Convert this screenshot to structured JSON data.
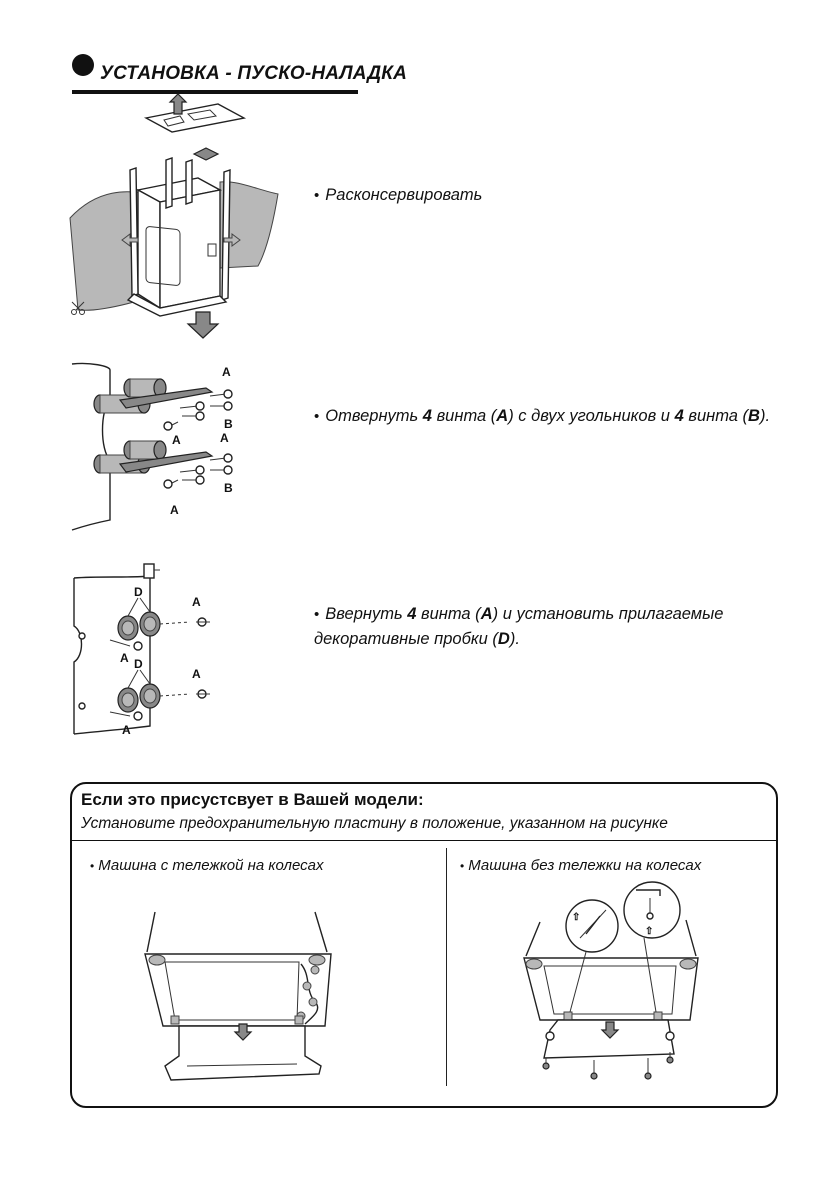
{
  "header": {
    "title": "УСТАНОВКА - ПУСКО-НАЛАДКА"
  },
  "steps": [
    {
      "bullet": "•",
      "text": "Расконсервировать"
    },
    {
      "bullet": "•",
      "parts": [
        "Отвернуть ",
        "4",
        " винта (",
        "A",
        ") с двух угольников и ",
        "4",
        " винта (",
        "B",
        ")."
      ]
    },
    {
      "bullet": "•",
      "line1_parts": [
        "Ввернуть ",
        "4",
        " винта (",
        "A",
        ") и установить  прилагаемые"
      ],
      "line2_parts": [
        "декоративные пробки (",
        "D",
        ")."
      ]
    }
  ],
  "figure_labels": {
    "brackets": [
      "A",
      "B",
      "A",
      "A",
      "B",
      "A"
    ],
    "plugs": [
      "D",
      "A",
      "A",
      "D",
      "A",
      "A"
    ]
  },
  "note": {
    "title": "Если это присустсвует в Вашей модели:",
    "subtitle": "Установите предохранительную пластину в  положение, указанном на рисунке",
    "left_caption": "Машина с тележкой на колесах",
    "right_caption": "Машина без тележки на колесах",
    "bullet": "•"
  }
}
